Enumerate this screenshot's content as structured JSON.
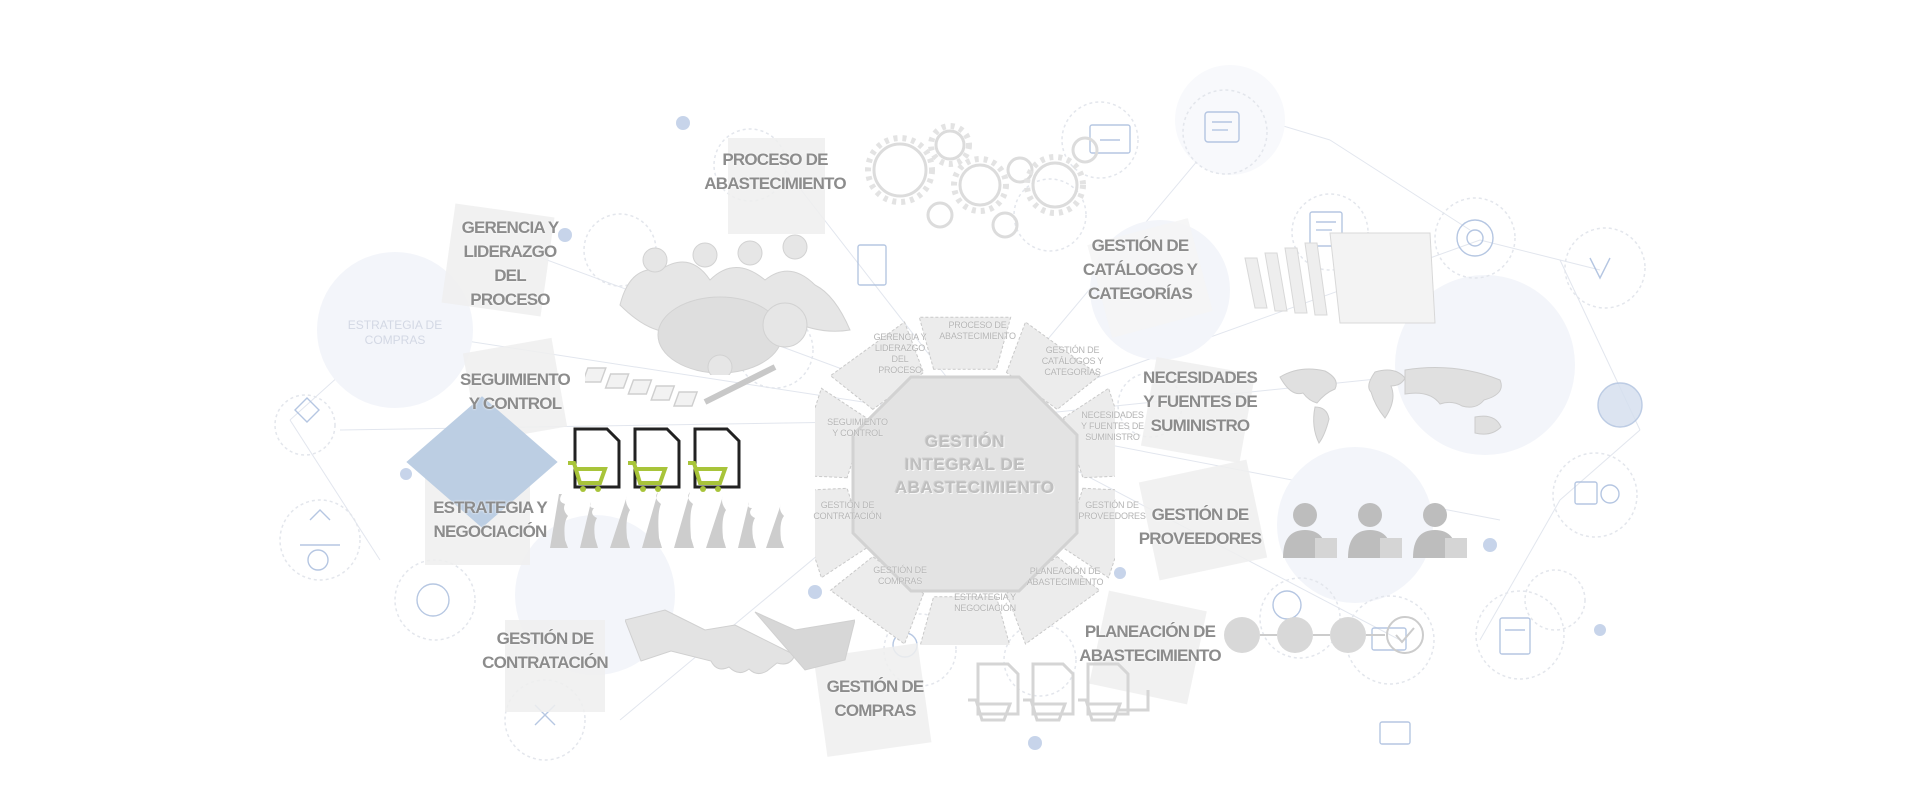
{
  "diagram": {
    "center": {
      "label": "GESTIÓN\nINTEGRAL DE\nABASTECIMIENTO"
    },
    "wheel_segments": [
      {
        "id": "proceso",
        "label": "PROCESO DE\nABASTECIMIENTO"
      },
      {
        "id": "catalogos",
        "label": "GESTIÓN DE\nCATÁLOGOS Y\nCATEGORÍAS"
      },
      {
        "id": "necesidades",
        "label": "NECESIDADES\nY FUENTES DE\nSUMINISTRO"
      },
      {
        "id": "proveedores",
        "label": "GESTIÓN DE\nPROVEEDORES"
      },
      {
        "id": "planeacion",
        "label": "PLANEACIÓN DE\nABASTECIMIENTO"
      },
      {
        "id": "estrategia",
        "label": "ESTRATEGIA Y\nNEGOCIACIÓN"
      },
      {
        "id": "compras",
        "label": "GESTIÓN DE\nCOMPRAS"
      },
      {
        "id": "contratacion",
        "label": "GESTIÓN DE\nCONTRATACIÓN"
      },
      {
        "id": "seguimiento",
        "label": "SEGUIMIENTO\nY CONTROL"
      },
      {
        "id": "gerencia",
        "label": "GERENCIA Y\nLIDERAZGO\nDEL\nPROCESO"
      }
    ],
    "outer_labels": [
      {
        "id": "proceso",
        "label": "PROCESO DE\nABASTECIMIENTO"
      },
      {
        "id": "gerencia",
        "label": "GERENCIA Y\nLIDERAZGO\nDEL\nPROCESO"
      },
      {
        "id": "catalogos",
        "label": "GESTIÓN DE\nCATÁLOGOS Y\nCATEGORÍAS"
      },
      {
        "id": "seguimiento",
        "label": "SEGUIMIENTO\nY CONTROL"
      },
      {
        "id": "necesidades",
        "label": "NECESIDADES\nY FUENTES DE\nSUMINISTRO"
      },
      {
        "id": "estrategia",
        "label": "ESTRATEGIA Y\nNEGOCIACIÓN"
      },
      {
        "id": "proveedores",
        "label": "GESTIÓN DE\nPROVEEDORES"
      },
      {
        "id": "contratacion",
        "label": "GESTIÓN DE\nCONTRATACIÓN"
      },
      {
        "id": "planeacion",
        "label": "PLANEACIÓN DE\nABASTECIMIENTO"
      },
      {
        "id": "compras",
        "label": "GESTIÓN DE\nCOMPRAS"
      }
    ],
    "faint_labels": [
      {
        "id": "estrategia-compras",
        "label": "ESTRATEGIA DE\nCOMPRAS"
      }
    ],
    "colors": {
      "label": "#8c8c8c",
      "tile": "#efefef",
      "accent_blue": "#b8cbe2",
      "cart_green": "#a8c43a",
      "icon_blue": "#9fb3d6"
    }
  }
}
